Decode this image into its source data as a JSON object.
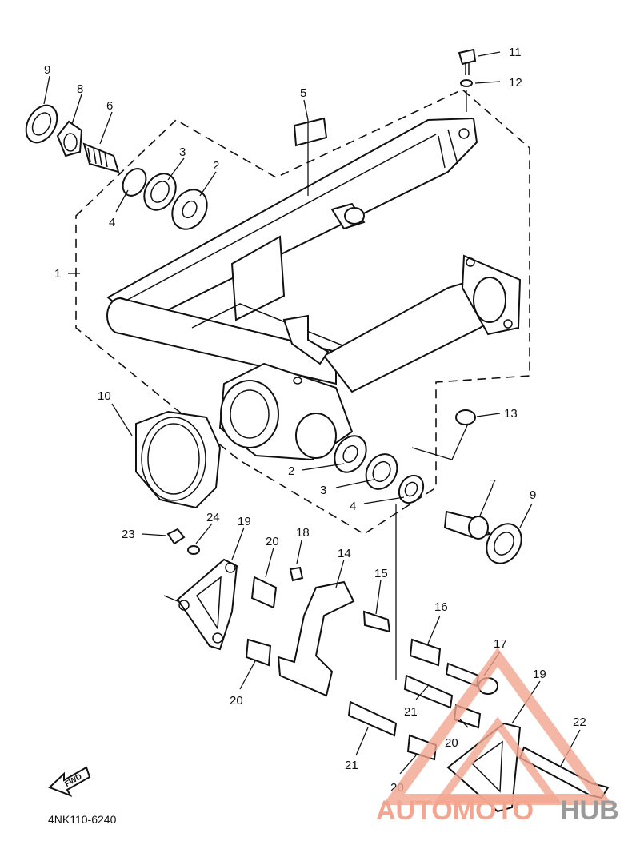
{
  "diagram_code": "4NK110-6240",
  "fwd_label": "FWD",
  "watermark": {
    "part1": "AUTOMOTO",
    "part2": "HUB",
    "color_accent": "#f3a58f",
    "color_gray": "#9a9a9a"
  },
  "callouts": {
    "c1": "1",
    "c2a": "2",
    "c2b": "2",
    "c3a": "3",
    "c3b": "3",
    "c4a": "4",
    "c4b": "4",
    "c5": "5",
    "c6": "6",
    "c7": "7",
    "c8": "8",
    "c9a": "9",
    "c9b": "9",
    "c10": "10",
    "c11": "11",
    "c12": "12",
    "c13": "13",
    "c14": "14",
    "c15": "15",
    "c16": "16",
    "c17": "17",
    "c18": "18",
    "c19a": "19",
    "c19b": "19",
    "c20a": "20",
    "c20b": "20",
    "c20c": "20",
    "c20d": "20",
    "c21a": "21",
    "c21b": "21",
    "c22": "22",
    "c23": "23",
    "c24": "24"
  }
}
